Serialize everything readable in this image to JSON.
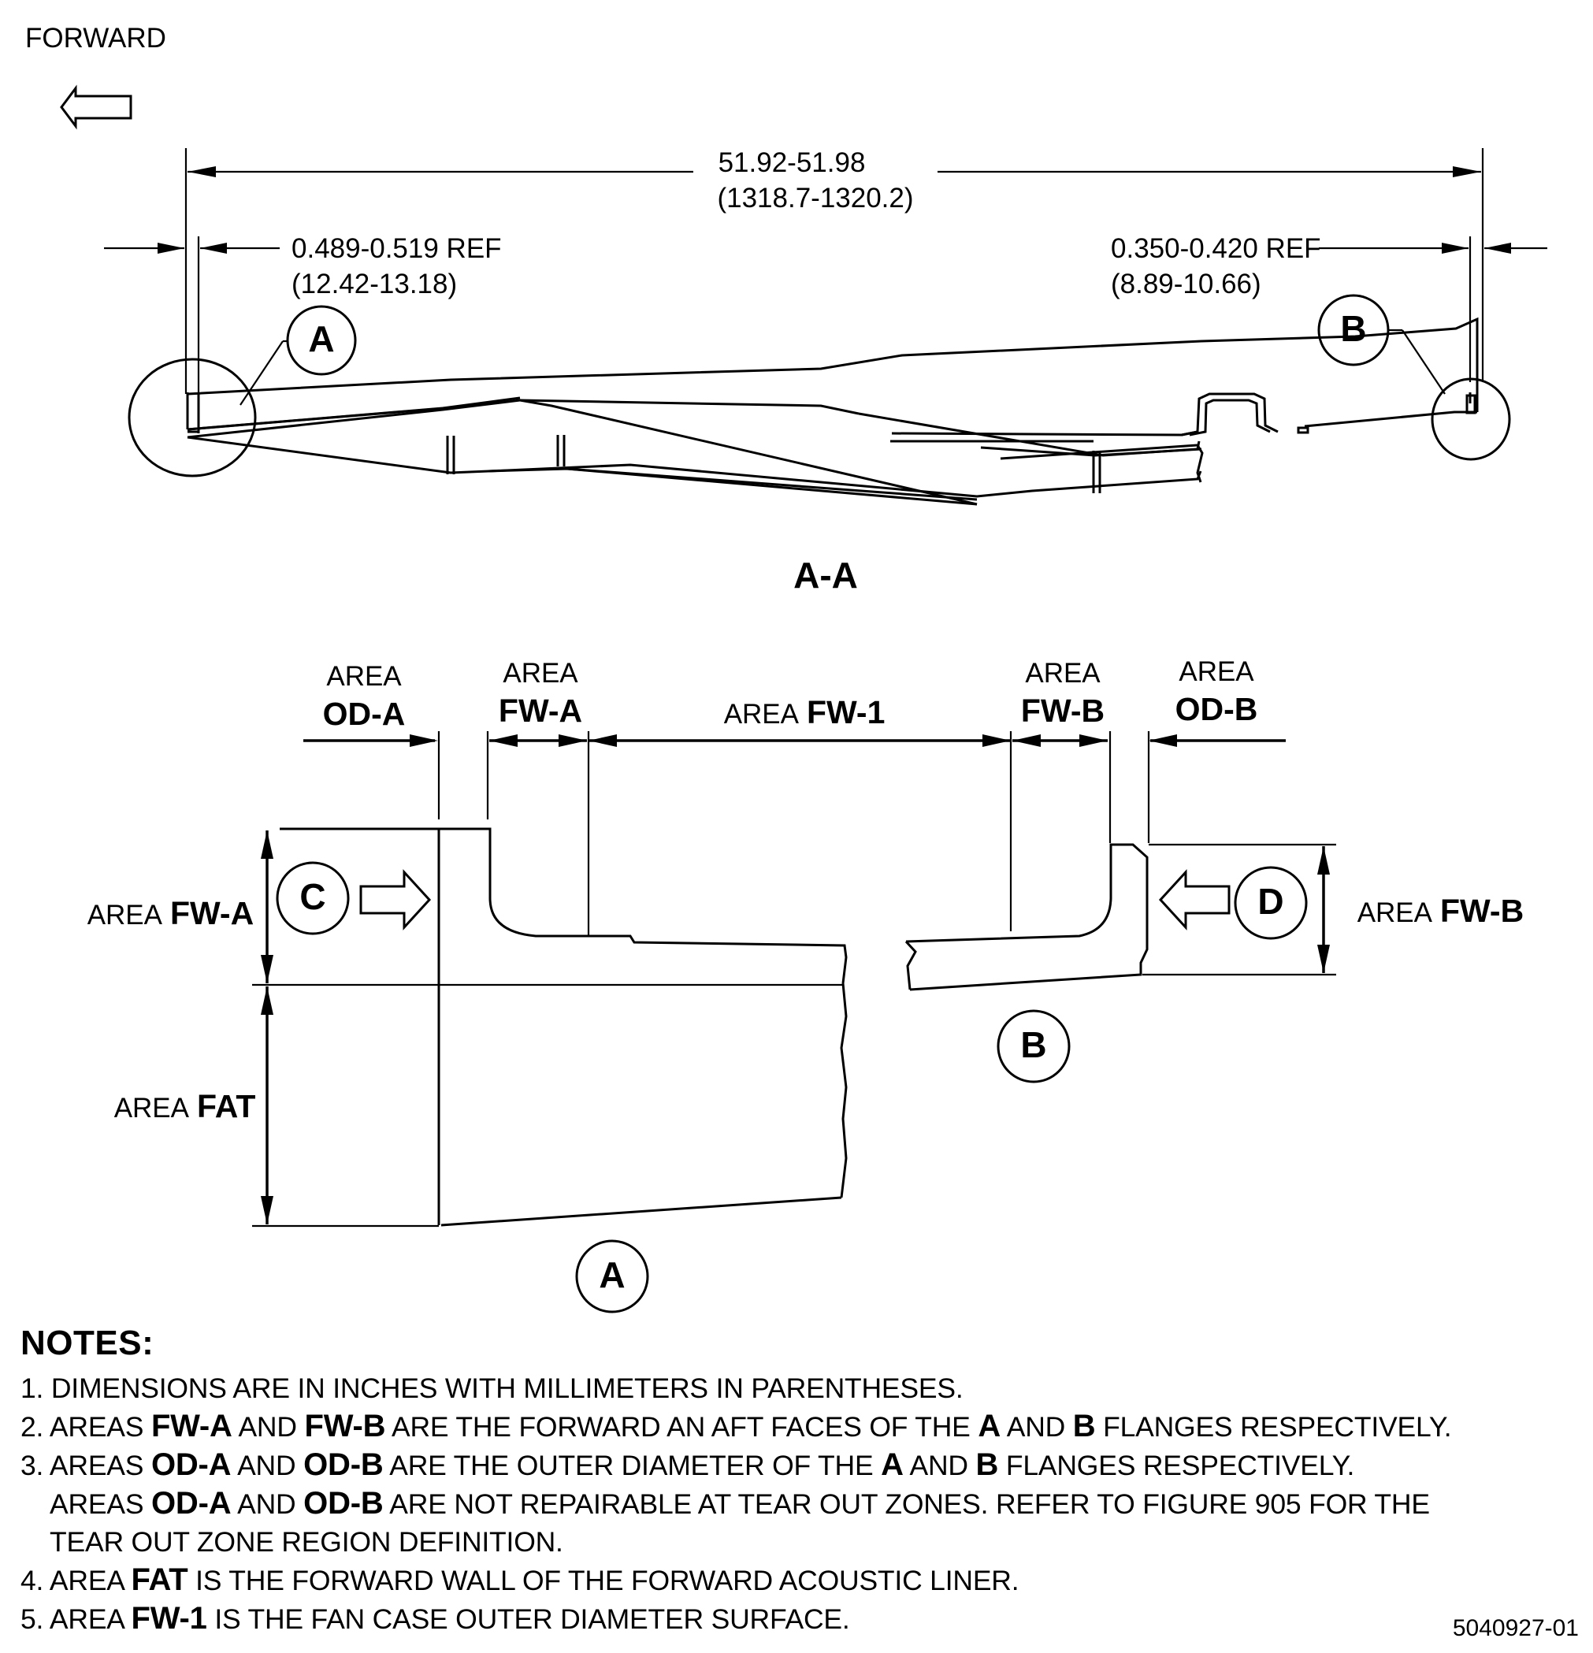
{
  "section": {
    "direction_label": "FORWARD",
    "view_label": "A-A",
    "overall_dim": {
      "in": "51.92-51.98",
      "mm": "(1318.7-1320.2)"
    },
    "left_dim": {
      "in": "0.489-0.519 REF",
      "mm": "(12.42-13.18)"
    },
    "right_dim": {
      "in": "0.350-0.420 REF",
      "mm": "(8.89-10.66)"
    },
    "callout_a": "A",
    "callout_b": "B"
  },
  "detail": {
    "area_word": "AREA",
    "od_a": "OD-A",
    "fw_a": "FW-A",
    "fw_1": "FW-1",
    "fw_b": "FW-B",
    "od_b": "OD-B",
    "fat": "FAT",
    "view_c": "C",
    "view_d": "D",
    "detail_a": "A",
    "detail_b": "B"
  },
  "notes": {
    "title": "NOTES:",
    "n1": "1. DIMENSIONS ARE IN INCHES WITH MILLIMETERS IN PARENTHESES.",
    "n2_a": "2. AREAS ",
    "n2_b": " AND ",
    "n2_c": " ARE THE FORWARD AN AFT FACES OF THE ",
    "n2_d": " AND ",
    "n2_e": " FLANGES RESPECTIVELY.",
    "n3_a": "3. AREAS ",
    "n3_b": " AND ",
    "n3_c": " ARE THE OUTER DIAMETER OF THE ",
    "n3_d": " AND ",
    "n3_e": " FLANGES RESPECTIVELY.",
    "n3b_a": "AREAS ",
    "n3b_b": " AND ",
    "n3b_c": " ARE NOT REPAIRABLE AT TEAR OUT ZONES. REFER TO FIGURE 905 FOR THE",
    "n3c": "TEAR OUT ZONE REGION DEFINITION.",
    "n4_a": "4. AREA ",
    "n4_b": " IS THE FORWARD WALL OF THE FORWARD ACOUSTIC LINER.",
    "n5_a": "5. AREA ",
    "n5_b": " IS THE FAN CASE OUTER DIAMETER SURFACE."
  },
  "figure_number": "5040927-01"
}
